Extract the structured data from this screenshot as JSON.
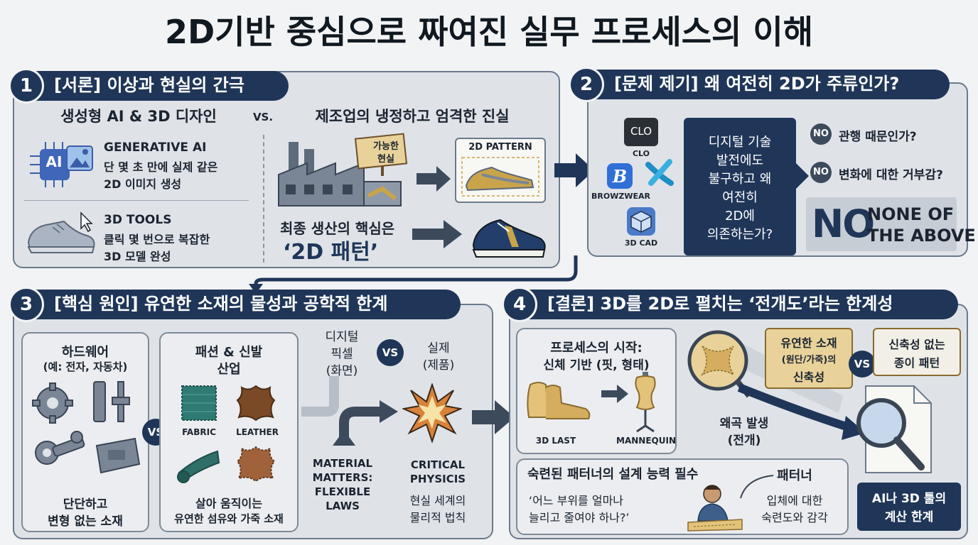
{
  "title": "2D기반 중심으로 짜여진 실무 프로세스의 이해",
  "s1": {
    "num": "1",
    "heading": "[서론] 이상과 현실의 간극",
    "left_title": "생성형 AI & 3D 디자인",
    "vs": "VS.",
    "right_title": "제조업의 냉정하고 엄격한 진실",
    "ai_badge": "AI",
    "gen_ai_title": "GENERATIVE AI",
    "gen_ai_l1": "단 몇 초 만에 실제 같은",
    "gen_ai_l2": "2D 이미지 생성",
    "tools_title": "3D TOOLS",
    "tools_l1": "클릭 몇 번으로 복잡한",
    "tools_l2": "3D 모델 완성",
    "sign_l1": "가능한",
    "sign_l2": "현실",
    "pattern_label": "2D PATTERN",
    "core_l1": "최종 생산의 핵심은",
    "core_l2": "‘2D 패턴’"
  },
  "s2": {
    "num": "2",
    "heading": "[문제 제기] 왜 여전히 2D가 주류인가?",
    "clo_logo": "CLO",
    "clo_label": "CLO",
    "bw_label": "BROWZWEAR",
    "cad_label": "3D CAD",
    "question": [
      "디지털 기술",
      "발전에도",
      "불구하고 왜",
      "여전히",
      "2D에",
      "의존하는가?"
    ],
    "no_badge": "NO",
    "opt1": "관행 때문인가?",
    "opt2": "변화에 대한 거부감?",
    "big_no": "NO",
    "none_l1": "NONE OF",
    "none_l2": "THE ABOVE"
  },
  "s3": {
    "num": "3",
    "heading": "[핵심 원인] 유연한 소재의 물성과 공학적 한계",
    "hw_l1": "하드웨어",
    "hw_l2": "(예: 전자, 자동차)",
    "hw_b1": "단단하고",
    "hw_b2": "변형 없는 소재",
    "vs": "VS",
    "fs_l1": "패션 & 신발",
    "fs_l2": "산업",
    "fabric": "FABRIC",
    "leather": "LEATHER",
    "fs_b1": "살아 움직이는",
    "fs_b2": "유연한 섬유와 가죽 소재",
    "dig_l1": "디지털",
    "dig_l2": "픽셀",
    "dig_l3": "(화면)",
    "real_l1": "실제",
    "real_l2": "(제품)",
    "mm_l1": "MATERIAL",
    "mm_l2": "MATTERS:",
    "mm_l3": "FLEXIBLE",
    "mm_l4": "LAWS",
    "crit_l1": "CRITICAL",
    "crit_l2": "PHYSICIS",
    "phys_l1": "현실 세계의",
    "phys_l2": "물리적 법칙"
  },
  "s4": {
    "num": "4",
    "heading": "[결론] 3D를 2D로 펼치는 ‘전개도’라는 한계성",
    "start_l1": "프로세스의 시작:",
    "start_l2": "신체 기반 (핏, 형태)",
    "last": "3D LAST",
    "mannequin": "MANNEQUIN",
    "flex_l1": "유연한 소재",
    "flex_l2": "(원단/가죽)의",
    "flex_l3": "신축성",
    "vs": "VS",
    "paper_l1": "신축성 없는",
    "paper_l2": "종이 패턴",
    "distort_l1": "왜곡 발생",
    "distort_l2": "(전개)",
    "skill_title": "숙련된 패터너의 설계 능력 필수",
    "quote_l1": "‘어느 부위를 얼마나",
    "quote_l2": "늘리고 줄여야 하나?’",
    "patterner": "패터너",
    "pat_l1": "입체에 대한",
    "pat_l2": "숙련도와 감각",
    "ai_l1": "AI나 3D 툴의",
    "ai_l2": "계산 한계"
  },
  "colors": {
    "navy": "#1f3658",
    "panel": "#dfe3e8",
    "tan": "#e8d29a",
    "accent": "#c9a44a"
  }
}
